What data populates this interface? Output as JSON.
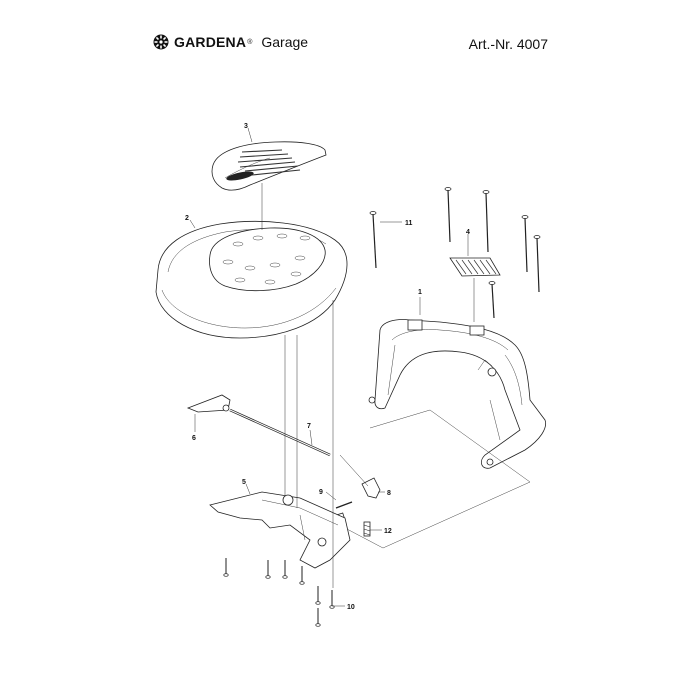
{
  "header": {
    "brand": "GARDENA",
    "brand_mark": "®",
    "product": "Garage",
    "article": "Art.-Nr. 4007"
  },
  "icons": {
    "logo": "gardena-gear-logo-icon"
  },
  "parts": [
    {
      "id": "part-1",
      "label": "1"
    },
    {
      "id": "part-2",
      "label": "2"
    },
    {
      "id": "part-3",
      "label": "3"
    },
    {
      "id": "part-4",
      "label": "4"
    },
    {
      "id": "part-5",
      "label": "5"
    },
    {
      "id": "part-6",
      "label": "6"
    },
    {
      "id": "part-7",
      "label": "7"
    },
    {
      "id": "part-8",
      "label": "8"
    },
    {
      "id": "part-9",
      "label": "9"
    },
    {
      "id": "part-10",
      "label": "10"
    },
    {
      "id": "part-11",
      "label": "11"
    },
    {
      "id": "part-12",
      "label": "12"
    }
  ]
}
